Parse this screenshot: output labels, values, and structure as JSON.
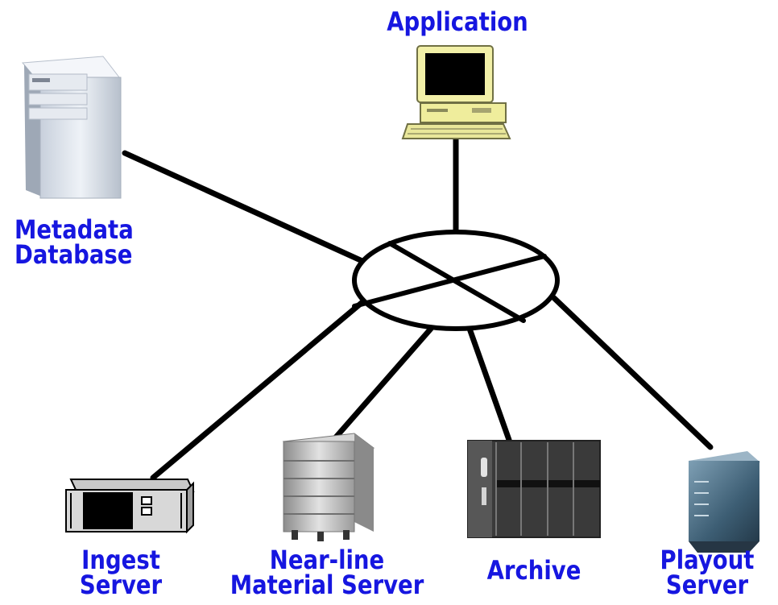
{
  "nodes": {
    "application": {
      "label_lines": [
        "Application"
      ]
    },
    "metadata_database": {
      "label_lines": [
        "Metadata",
        "Database"
      ]
    },
    "ingest_server": {
      "label_lines": [
        "Ingest",
        "Server"
      ]
    },
    "nearline_material_server": {
      "label_lines": [
        "Near-line",
        "Material Server"
      ]
    },
    "archive": {
      "label_lines": [
        "Archive"
      ]
    },
    "playout_server": {
      "label_lines": [
        "Playout",
        "Server"
      ]
    }
  },
  "colors": {
    "label": "#1616e0",
    "line": "#000000"
  }
}
